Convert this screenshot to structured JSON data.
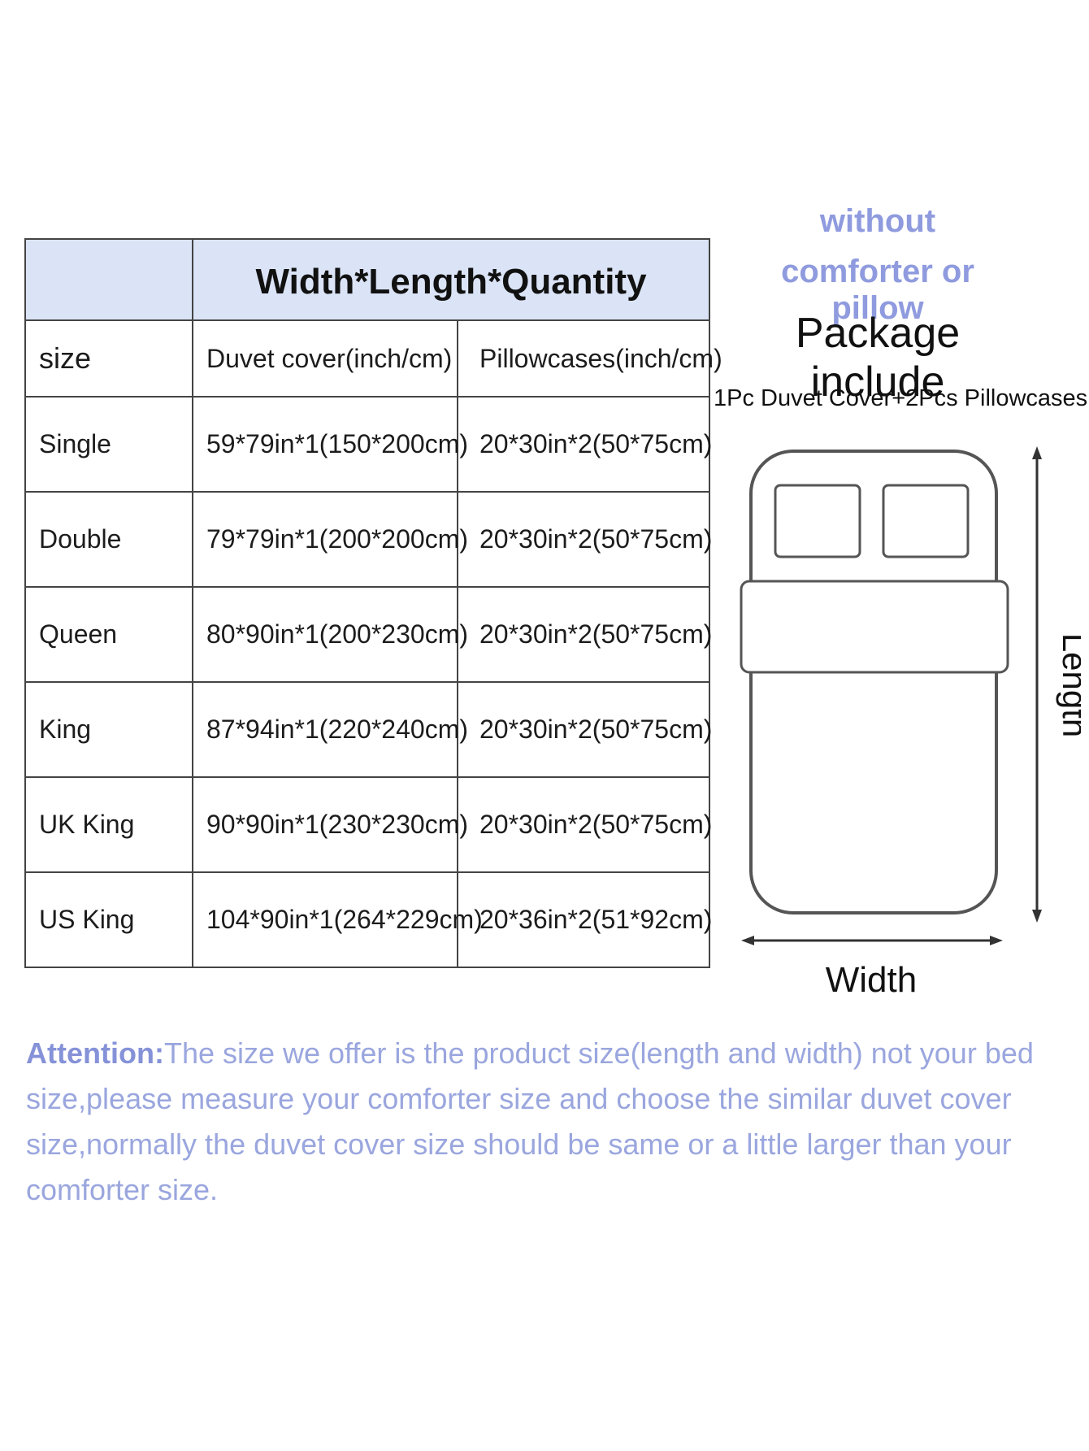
{
  "table": {
    "header_title": "Width*Length*Quantity",
    "columns": [
      "size",
      "Duvet cover(inch/cm)",
      "Pillowcases(inch/cm)"
    ],
    "rows": [
      {
        "size": "Single",
        "duvet": "59*79in*1(150*200cm)",
        "pillow": "20*30in*2(50*75cm)"
      },
      {
        "size": "Double",
        "duvet": "79*79in*1(200*200cm)",
        "pillow": "20*30in*2(50*75cm)"
      },
      {
        "size": "Queen",
        "duvet": "80*90in*1(200*230cm)",
        "pillow": "20*30in*2(50*75cm)"
      },
      {
        "size": "King",
        "duvet": "87*94in*1(220*240cm)",
        "pillow": "20*30in*2(50*75cm)"
      },
      {
        "size": "UK King",
        "duvet": "90*90in*1(230*230cm)",
        "pillow": "20*30in*2(50*75cm)"
      },
      {
        "size": "US King",
        "duvet": "104*90in*1(264*229cm)",
        "pillow": "20*36in*2(51*92cm)"
      }
    ]
  },
  "package": {
    "note_line1": "without",
    "note_line2": "comforter or pillow",
    "title": "Package include",
    "content": "1Pc Duvet Cover+2Pcs Pillowcases"
  },
  "diagram": {
    "length_label": "Length",
    "width_label": "Width"
  },
  "attention": {
    "label": "Attention:",
    "text": "The size we offer is the product size(length and width) not your bed size,please measure your comforter size and choose the similar duvet cover size,normally the duvet cover size should be same or a little larger than your comforter size."
  },
  "colors": {
    "header_bg": "#dbe4f6",
    "note_color": "#8f9bde",
    "attention_color": "#9aa6de"
  }
}
